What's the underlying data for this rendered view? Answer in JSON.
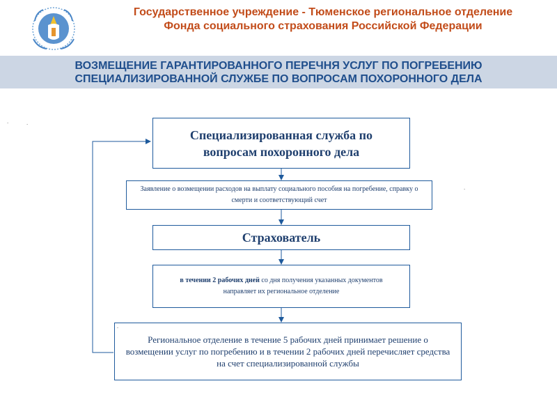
{
  "header": {
    "logo_icon": "fss-logo-icon",
    "line1": "Государственное учреждение - Тюменское региональное отделение",
    "line2": "Фонда социального страхования Российской Федерации"
  },
  "banner": {
    "line1": "ВОЗМЕЩЕНИЕ ГАРАНТИРОВАННОГО ПЕРЕЧНЯ УСЛУГ ПО ПОГРЕБЕНИЮ",
    "line2": "СПЕЦИАЛИЗИРОВАННОЙ СЛУЖБЕ ПО ВОПРОСАМ ПОХОРОННОГО ДЕЛА"
  },
  "flow": {
    "box1": "Специализированная служба по вопросам похоронного дела",
    "box2": "Заявление о возмещении расходов на выплату социального пособия на погребение, справку о смерти и соответствующий счет",
    "box3": "Страхователь",
    "box4_bold": "в течении 2 рабочих дней",
    "box4_rest": " со дня получения указанных документов направляет их региональное отделение",
    "box5": "Региональное отделение в течение 5 рабочих дней принимает решение о возмещении услуг по погребению и в течении 2 рабочих дней перечисляет средства на счет специализированной службы"
  },
  "colors": {
    "title_orange": "#c24c1a",
    "banner_bg": "#ccd6e4",
    "banner_text": "#1f4e8c",
    "box_border": "#1e5a9c",
    "box_text": "#1f3f6e"
  }
}
